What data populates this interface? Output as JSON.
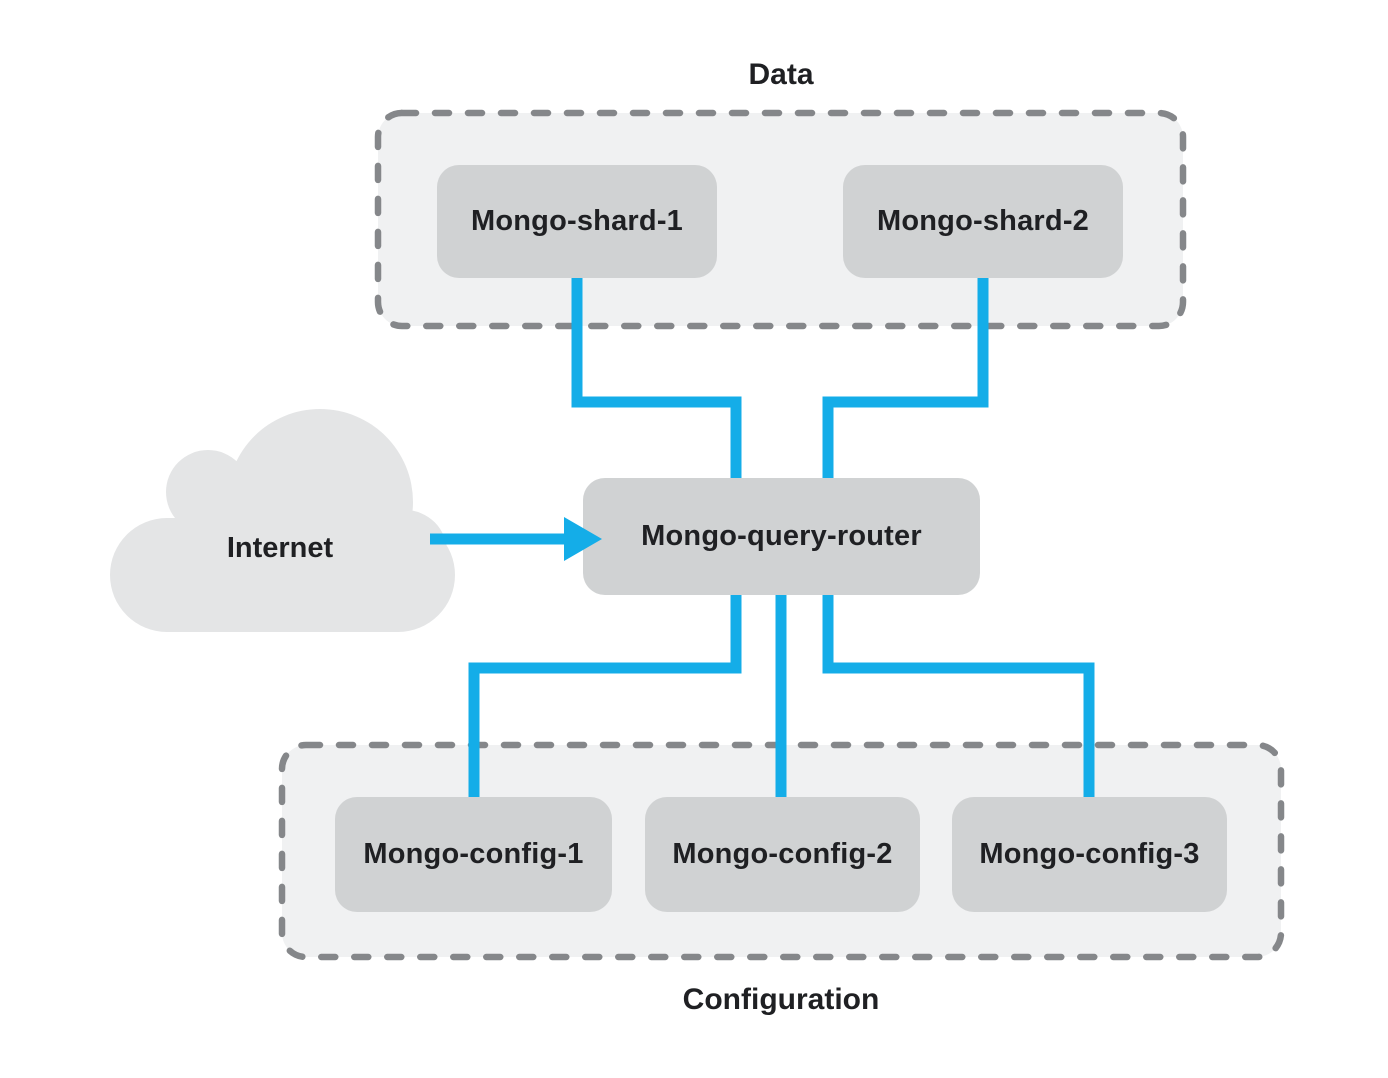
{
  "diagram": {
    "internet": {
      "id": "internet",
      "label": "Internet"
    },
    "router": {
      "id": "mongo-query-router",
      "label": "Mongo-query-router"
    },
    "data_group": {
      "label": "Data",
      "nodes": [
        {
          "id": "mongo-shard-1",
          "label": "Mongo-shard-1"
        },
        {
          "id": "mongo-shard-2",
          "label": "Mongo-shard-2"
        }
      ]
    },
    "config_group": {
      "label": "Configuration",
      "nodes": [
        {
          "id": "mongo-config-1",
          "label": "Mongo-config-1"
        },
        {
          "id": "mongo-config-2",
          "label": "Mongo-config-2"
        },
        {
          "id": "mongo-config-3",
          "label": "Mongo-config-3"
        }
      ]
    },
    "edges": [
      {
        "from": "internet",
        "to": "mongo-query-router",
        "style": "arrow"
      },
      {
        "from": "mongo-shard-1",
        "to": "mongo-query-router",
        "style": "elbow"
      },
      {
        "from": "mongo-shard-2",
        "to": "mongo-query-router",
        "style": "elbow"
      },
      {
        "from": "mongo-query-router",
        "to": "mongo-config-1",
        "style": "elbow"
      },
      {
        "from": "mongo-query-router",
        "to": "mongo-config-2",
        "style": "straight"
      },
      {
        "from": "mongo-query-router",
        "to": "mongo-config-3",
        "style": "elbow"
      }
    ],
    "colors": {
      "connector_blue": "#14ade8",
      "node_fill": "#d0d2d3",
      "group_fill": "#f0f1f2",
      "group_border": "#85878a",
      "cloud_fill": "#e4e5e6",
      "text": "#1f2023",
      "background": "#ffffff"
    }
  }
}
